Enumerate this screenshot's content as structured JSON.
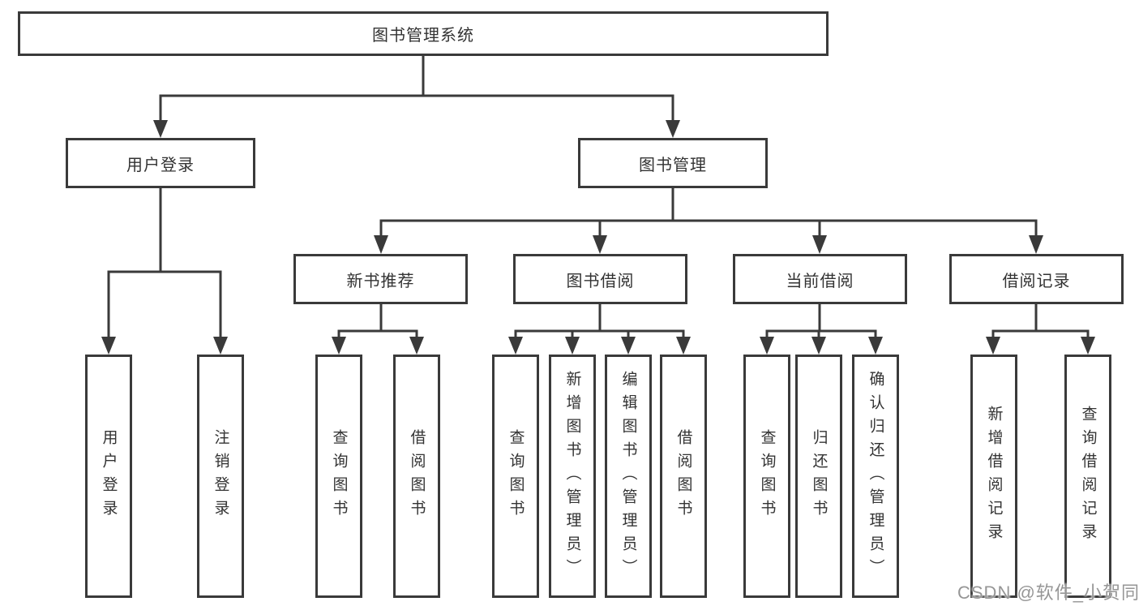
{
  "colors": {
    "line": "#3a3a3a",
    "box_border": "#3a3a3a",
    "text": "#333333",
    "background": "#ffffff",
    "watermark": "#969696"
  },
  "watermark": "CSDN @软件_小贺同学",
  "tree": {
    "root": "图书管理系统",
    "branches": [
      {
        "label": "用户登录",
        "children": [
          "用户登录",
          "注销登录"
        ]
      },
      {
        "label": "图书管理",
        "children": [
          {
            "label": "新书推荐",
            "children": [
              "查询图书",
              "借阅图书"
            ]
          },
          {
            "label": "图书借阅",
            "children": [
              "查询图书",
              "新增图书（管理员）",
              "编辑图书（管理员）",
              "借阅图书"
            ]
          },
          {
            "label": "当前借阅",
            "children": [
              "查询图书",
              "归还图书",
              "确认归还（管理员）"
            ]
          },
          {
            "label": "借阅记录",
            "children": [
              "新增借阅记录",
              "查询借阅记录"
            ]
          }
        ]
      }
    ]
  }
}
